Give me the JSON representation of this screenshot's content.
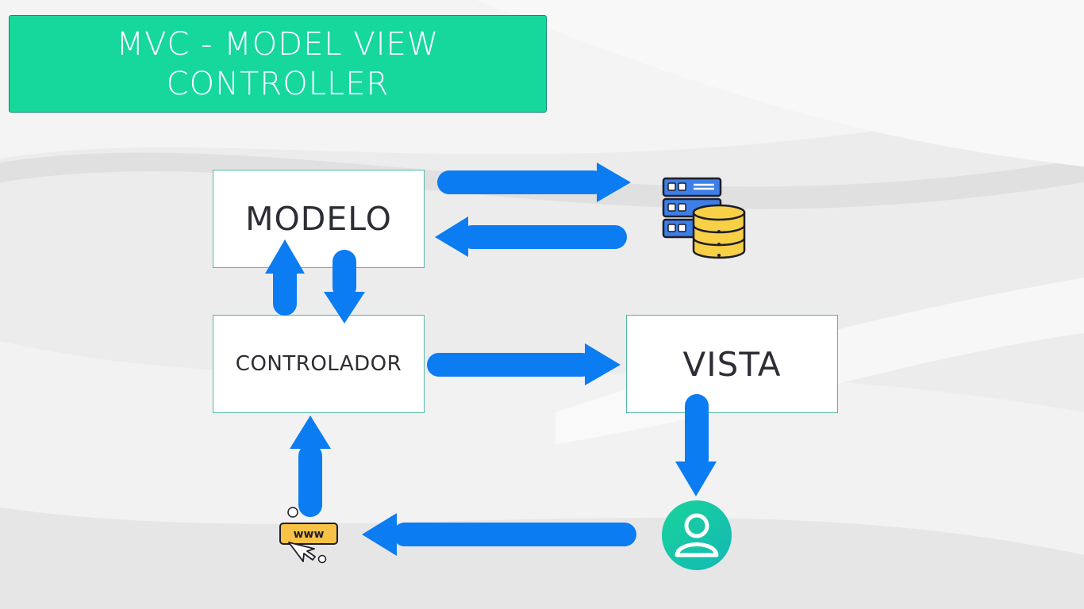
{
  "title": "MVC - MODEL VIEW CONTROLLER",
  "boxes": {
    "modelo": "MODELO",
    "controlador": "CONTROLADOR",
    "vista": "VISTA"
  },
  "icons": {
    "database": "database-server-icon",
    "user": "user-icon",
    "web": "www-browser-icon",
    "www_text": "www"
  },
  "colors": {
    "title_bg": "#16d89c",
    "arrow": "#0b7cf2",
    "box_border": "#53b9a7",
    "user_bg": "#17c9a8",
    "db_yellow": "#f7d046",
    "server_blue": "#3d7fe6"
  }
}
